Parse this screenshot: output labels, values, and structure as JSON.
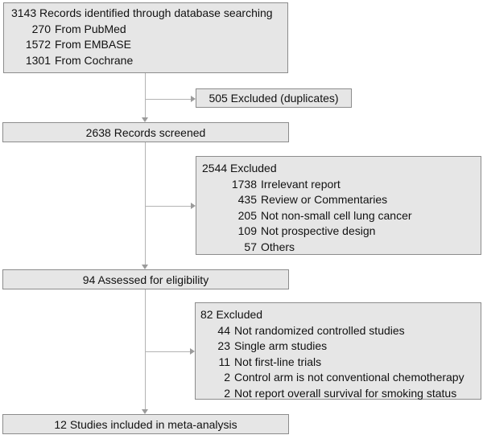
{
  "boxes": {
    "identified": {
      "title": "3143 Records identified through database searching",
      "items": [
        {
          "num": "270",
          "label": "From PubMed"
        },
        {
          "num": "1572",
          "label": "From EMBASE"
        },
        {
          "num": "1301",
          "label": "From Cochrane"
        }
      ]
    },
    "excluded_duplicates": {
      "title": "505 Excluded (duplicates)"
    },
    "screened": {
      "title": "2638 Records screened"
    },
    "excluded_screening": {
      "title": "2544 Excluded",
      "items": [
        {
          "num": "1738",
          "label": "Irrelevant report"
        },
        {
          "num": "435",
          "label": "Review or Commentaries"
        },
        {
          "num": "205",
          "label": "Not non-small cell lung cancer"
        },
        {
          "num": "109",
          "label": "Not prospective design"
        },
        {
          "num": "57",
          "label": "Others"
        }
      ]
    },
    "assessed": {
      "title": "94 Assessed for eligibility"
    },
    "excluded_assessment": {
      "title": "82 Excluded",
      "items": [
        {
          "num": "44",
          "label": "Not randomized controlled studies"
        },
        {
          "num": "23",
          "label": "Single arm studies"
        },
        {
          "num": "11",
          "label": "Not first-line trials"
        },
        {
          "num": "2",
          "label": "Control arm is not conventional chemotherapy"
        },
        {
          "num": "2",
          "label": "Not report overall survival for smoking status"
        }
      ]
    },
    "included": {
      "title": "12 Studies included in meta-analysis"
    }
  },
  "colors": {
    "box_fill": "#e6e6e6",
    "box_border": "#8c8c8c",
    "line": "#b3b3b3",
    "arrowhead": "#9b9b9b",
    "text": "#111111"
  }
}
